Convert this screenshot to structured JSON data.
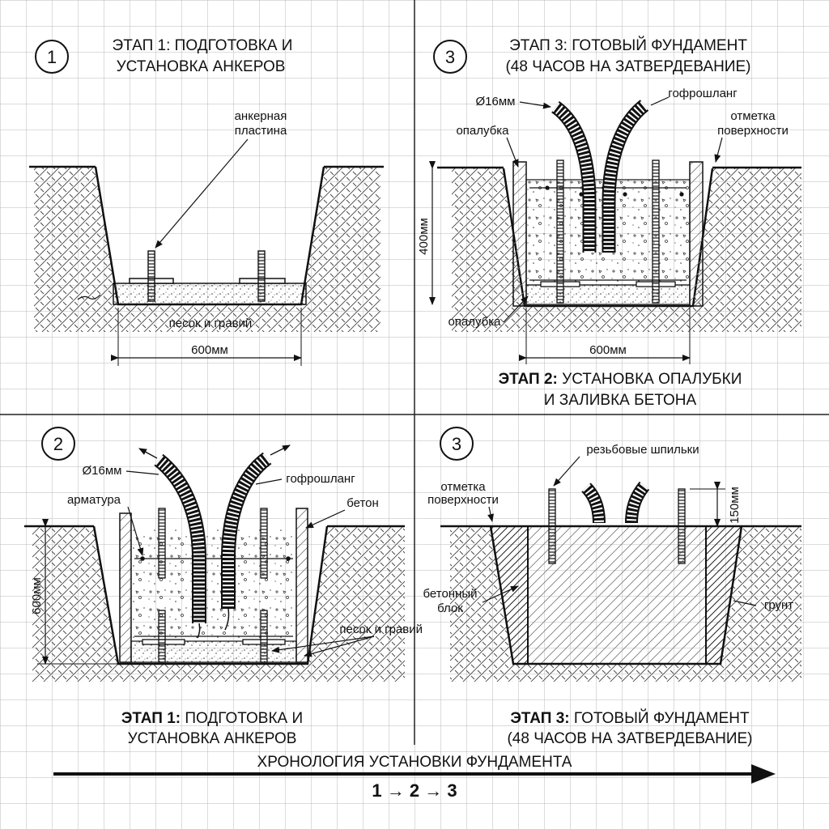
{
  "panels": {
    "p1": {
      "badge": "1",
      "title_lines": [
        "ЭТАП 1: ПОДГОТОВКА И",
        "УСТАНОВКА АНКЕРОВ"
      ],
      "label_anchor_plate": [
        "анкерная",
        "пластина"
      ],
      "label_sand": "песок и гравий",
      "dim_width": "600мм"
    },
    "p2": {
      "badge": "3",
      "title_lines": [
        "ЭТАП 3: ГОТОВЫЙ ФУНДАМЕНТ",
        "(48 ЧАСОВ НА ЗАТВЕРДЕВАНИЕ)"
      ],
      "label_diameter": "Ø16мм",
      "label_hose": "гофрошланг",
      "label_surface": [
        "отметка",
        "поверхности"
      ],
      "label_formwork_top": "опалубка",
      "label_formwork_bottom": "опалубка",
      "dim_height": "400мм",
      "dim_width": "600мм",
      "caption_bold": "ЭТАП 2:",
      "caption_rest": " УСТАНОВКА ОПАЛУБКИ",
      "caption_line2": "И ЗАЛИВКА БЕТОНА"
    },
    "p3": {
      "badge": "2",
      "label_diameter": "Ø16мм",
      "label_hose": "гофрошланг",
      "label_rebar": "арматура",
      "label_concrete": "бетон",
      "label_sand": "песок и гравий",
      "dim_height": "600мм",
      "caption_bold": "ЭТАП 1:",
      "caption_rest": " ПОДГОТОВКА И",
      "caption_line2": "УСТАНОВКА АНКЕРОВ"
    },
    "p4": {
      "badge": "3",
      "label_studs": "резьбовые шпильки",
      "label_surface": [
        "отметка",
        "поверхности"
      ],
      "label_block": [
        "бетонный",
        "блок"
      ],
      "label_soil": "грунт",
      "dim_height": "150мм",
      "caption_bold": "ЭТАП 3:",
      "caption_rest": " ГОТОВЫЙ ФУНДАМЕНТ",
      "caption_line2": "(48 ЧАСОВ НА ЗАТВЕРДЕВАНИЕ)"
    }
  },
  "timeline": {
    "label": "ХРОНОЛОГИЯ УСТАНОВКИ ФУНДАМЕНТА",
    "sequence": "1 → 2 → 3"
  },
  "colors": {
    "ink": "#111111",
    "grid": "#b9b9b9",
    "paper": "#ffffff"
  }
}
